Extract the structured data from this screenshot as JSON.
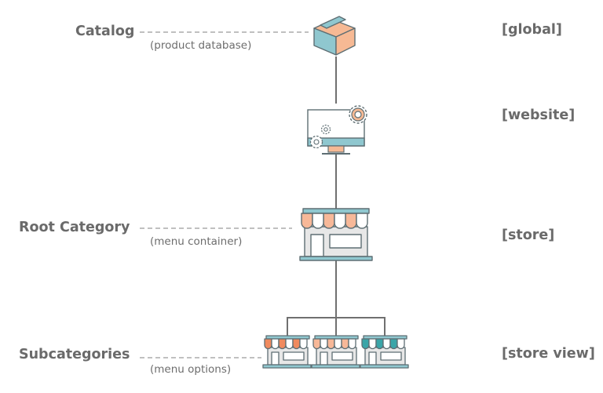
{
  "levels": [
    {
      "label": "Catalog",
      "sublabel": "(product database)",
      "scope": "[global]",
      "icon": "box-icon"
    },
    {
      "label": "",
      "sublabel": "",
      "scope": "[website]",
      "icon": "monitor-gears-icon"
    },
    {
      "label": "Root Category",
      "sublabel": "(menu container)",
      "scope": "[store]",
      "icon": "storefront-icon"
    },
    {
      "label": "Subcategories",
      "sublabel": "(menu options)",
      "scope": "[store view]",
      "icon": "storefront-views-icon"
    }
  ],
  "colors": {
    "line": "#707070",
    "dash": "#9a9a9a",
    "box_blue": "#8fc7cf",
    "box_orange": "#f6b994",
    "teal": "#3aa5a8",
    "orange": "#f08a5e",
    "light_orange": "#f7b898",
    "gray_body": "#e7e7e7",
    "outline": "#5e6e73"
  }
}
